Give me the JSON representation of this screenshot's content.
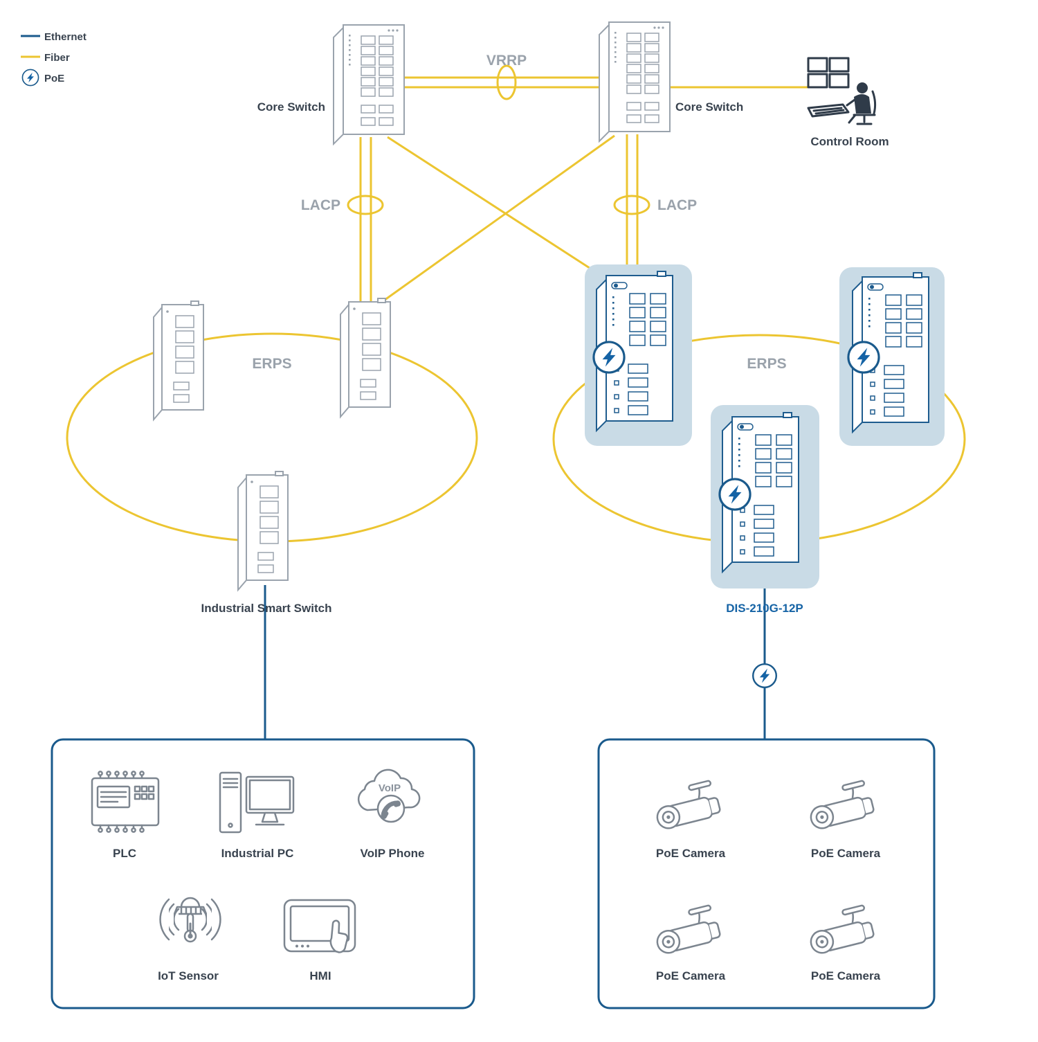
{
  "legend": {
    "items": [
      {
        "label": "Ethernet"
      },
      {
        "label": "Fiber"
      },
      {
        "label": "PoE"
      }
    ]
  },
  "protocols": {
    "vrrp": "VRRP",
    "lacp_left": "LACP",
    "lacp_right": "LACP",
    "erps_left": "ERPS",
    "erps_right": "ERPS"
  },
  "nodes": {
    "core_switch_left": "Core Switch",
    "core_switch_right": "Core Switch",
    "control_room": "Control Room",
    "industrial_smart_switch": "Industrial Smart Switch",
    "poe_switch_model": "DIS-210G-12P"
  },
  "left_box": {
    "voip_text": "VoIP",
    "devices": [
      {
        "label": "PLC"
      },
      {
        "label": "Industrial PC"
      },
      {
        "label": "VoIP Phone"
      },
      {
        "label": "IoT Sensor"
      },
      {
        "label": "HMI"
      }
    ]
  },
  "right_box": {
    "devices": [
      {
        "label": "PoE Camera"
      },
      {
        "label": "PoE Camera"
      },
      {
        "label": "PoE Camera"
      },
      {
        "label": "PoE Camera"
      }
    ]
  },
  "colors": {
    "ethernet": "#1a5a8c",
    "fiber": "#ecc531",
    "poe_blue": "#1563a5",
    "highlight": "#c9dbe6",
    "label_gray": "#9aa2ab",
    "text_dark": "#39434f"
  }
}
